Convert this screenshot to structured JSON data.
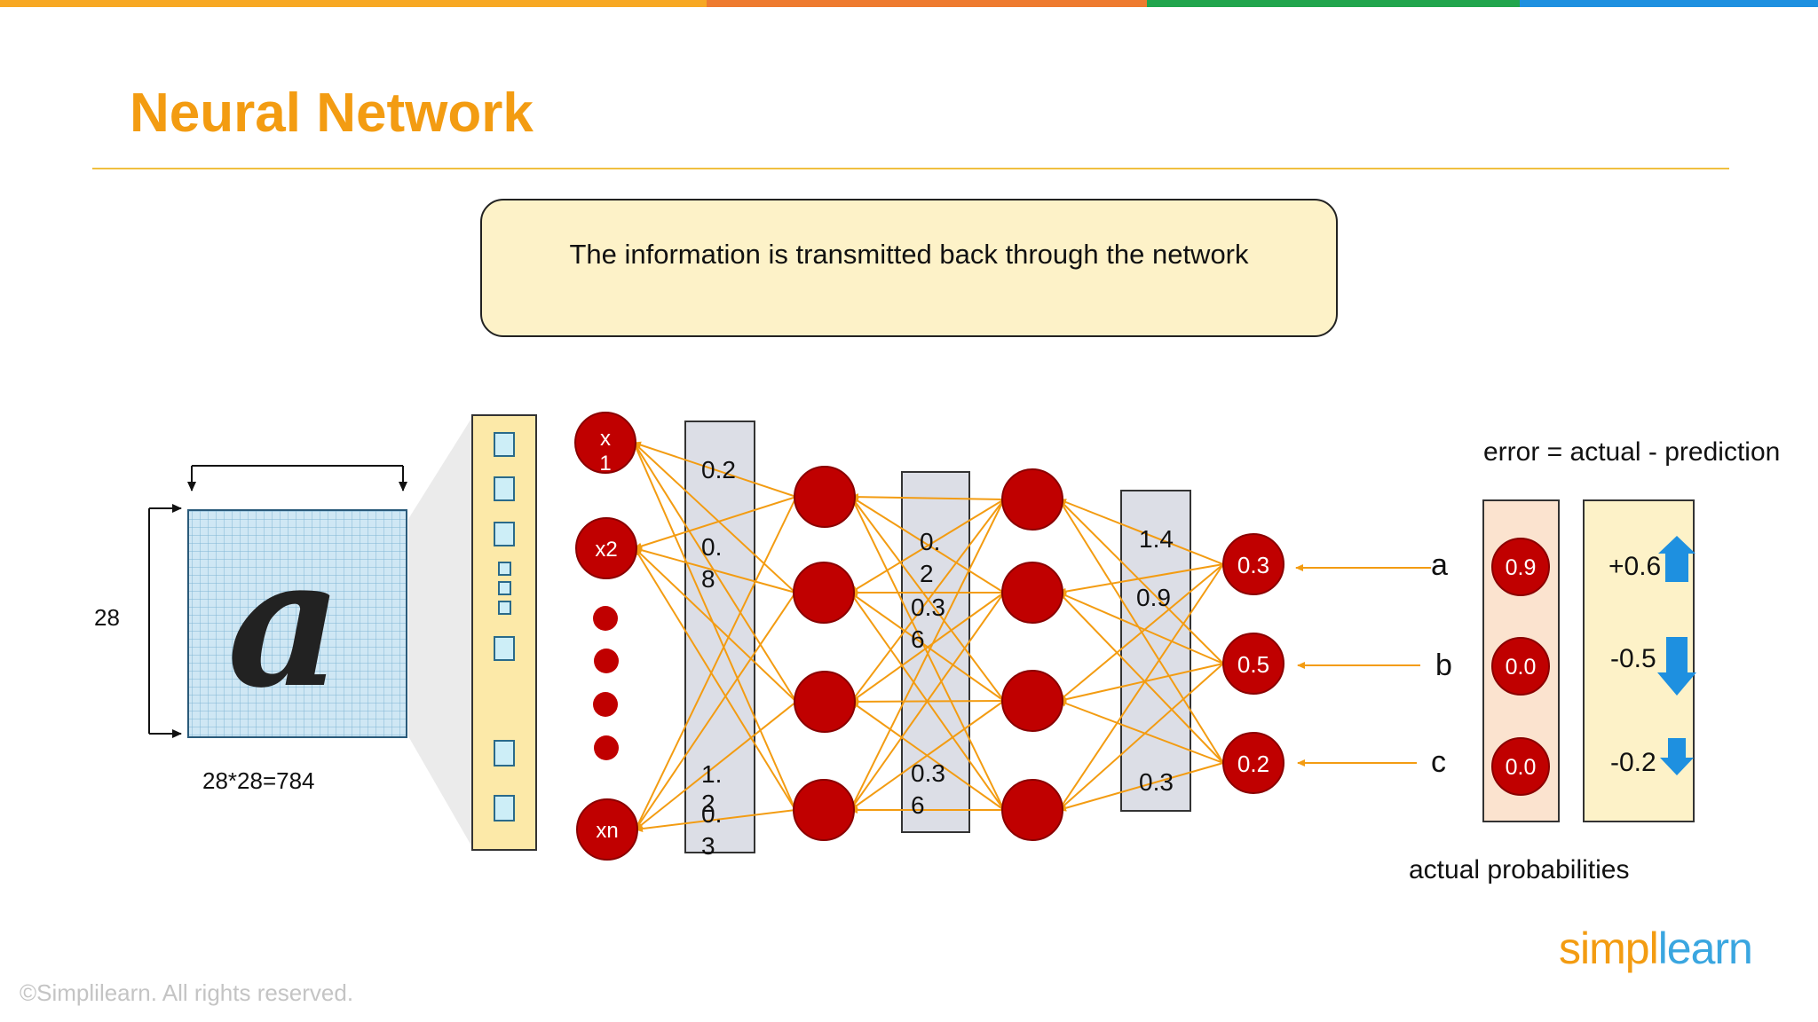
{
  "title": "Neural Network",
  "callout": "The information is transmitted back through the network",
  "topbar_colors": [
    "#f7a823",
    "#ee7b2f",
    "#21a54d",
    "#1e90e0"
  ],
  "image": {
    "side_label": "28",
    "bottom_label": "28*28=784",
    "glyph": "a",
    "grid_color": "#a8d4ec"
  },
  "input_nodes": {
    "x1": "x\n1",
    "x2": "x2",
    "xn": "xn"
  },
  "weights1": {
    "w_top": "0.2",
    "w_mid_a": "0.",
    "w_mid_b": "8",
    "w_bot_a": "1.",
    "w_bot_b": "2",
    "w_bot_c": "0.",
    "w_bot_d": "3"
  },
  "weights2": {
    "w_a": "0.",
    "w_b": "2",
    "w_c": "0.3",
    "w_d": "6",
    "w_e": "0.3",
    "w_f": "6"
  },
  "weights3": {
    "w_a": "1.4",
    "w_b": "0.9",
    "w_c": "0.3"
  },
  "outputs": [
    {
      "value": "0.3",
      "label": "a",
      "actual": "0.9",
      "error": "+0.6",
      "direction": "up"
    },
    {
      "value": "0.5",
      "label": "b",
      "actual": "0.0",
      "error": "-0.5",
      "direction": "down"
    },
    {
      "value": "0.2",
      "label": "c",
      "actual": "0.0",
      "error": "-0.2",
      "direction": "down"
    }
  ],
  "error_formula": "error = actual - prediction",
  "actual_label": "actual probabilities",
  "colors": {
    "node": "#c00000",
    "arrow": "#f39c12",
    "weight_box": "#dcdee6",
    "input_bar": "#fce9a8",
    "error_arrow": "#1e90e0"
  },
  "footer": "©Simplilearn. All rights reserved.",
  "logo": {
    "simpl": "simpl",
    "learn": "learn"
  }
}
